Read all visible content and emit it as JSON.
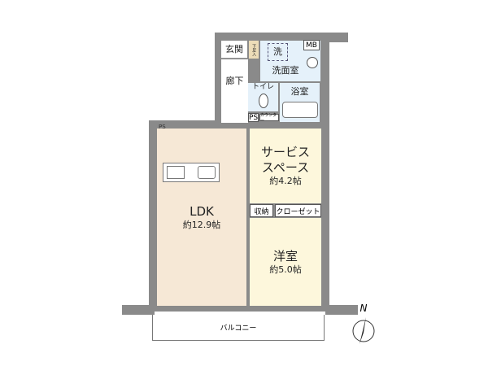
{
  "rooms": {
    "ldk": {
      "name": "LDK",
      "size": "約12.9帖"
    },
    "service": {
      "name": "サービス\nスペース",
      "line1": "サービス",
      "line2": "スペース",
      "size": "約4.2帖"
    },
    "western": {
      "name": "洋室",
      "size": "約5.0帖"
    },
    "storage": "収納",
    "closet": "クローゼット",
    "entrance": "玄関",
    "shoe_box": "下足入",
    "corridor": "廊下",
    "washroom": "洗面室",
    "washer": "洗",
    "toilet": "トイレ",
    "bath": "浴室",
    "ps_top": "PS",
    "ps_left": "PS",
    "counter": "カウンター",
    "mb": "MB",
    "balcony": "バルコニー"
  },
  "compass": {
    "label": "N"
  },
  "colors": {
    "ldk": "#f6e8d6",
    "room": "#fdf7dc",
    "wet": "#e5f1fa",
    "wall": "#8a8a8a"
  }
}
